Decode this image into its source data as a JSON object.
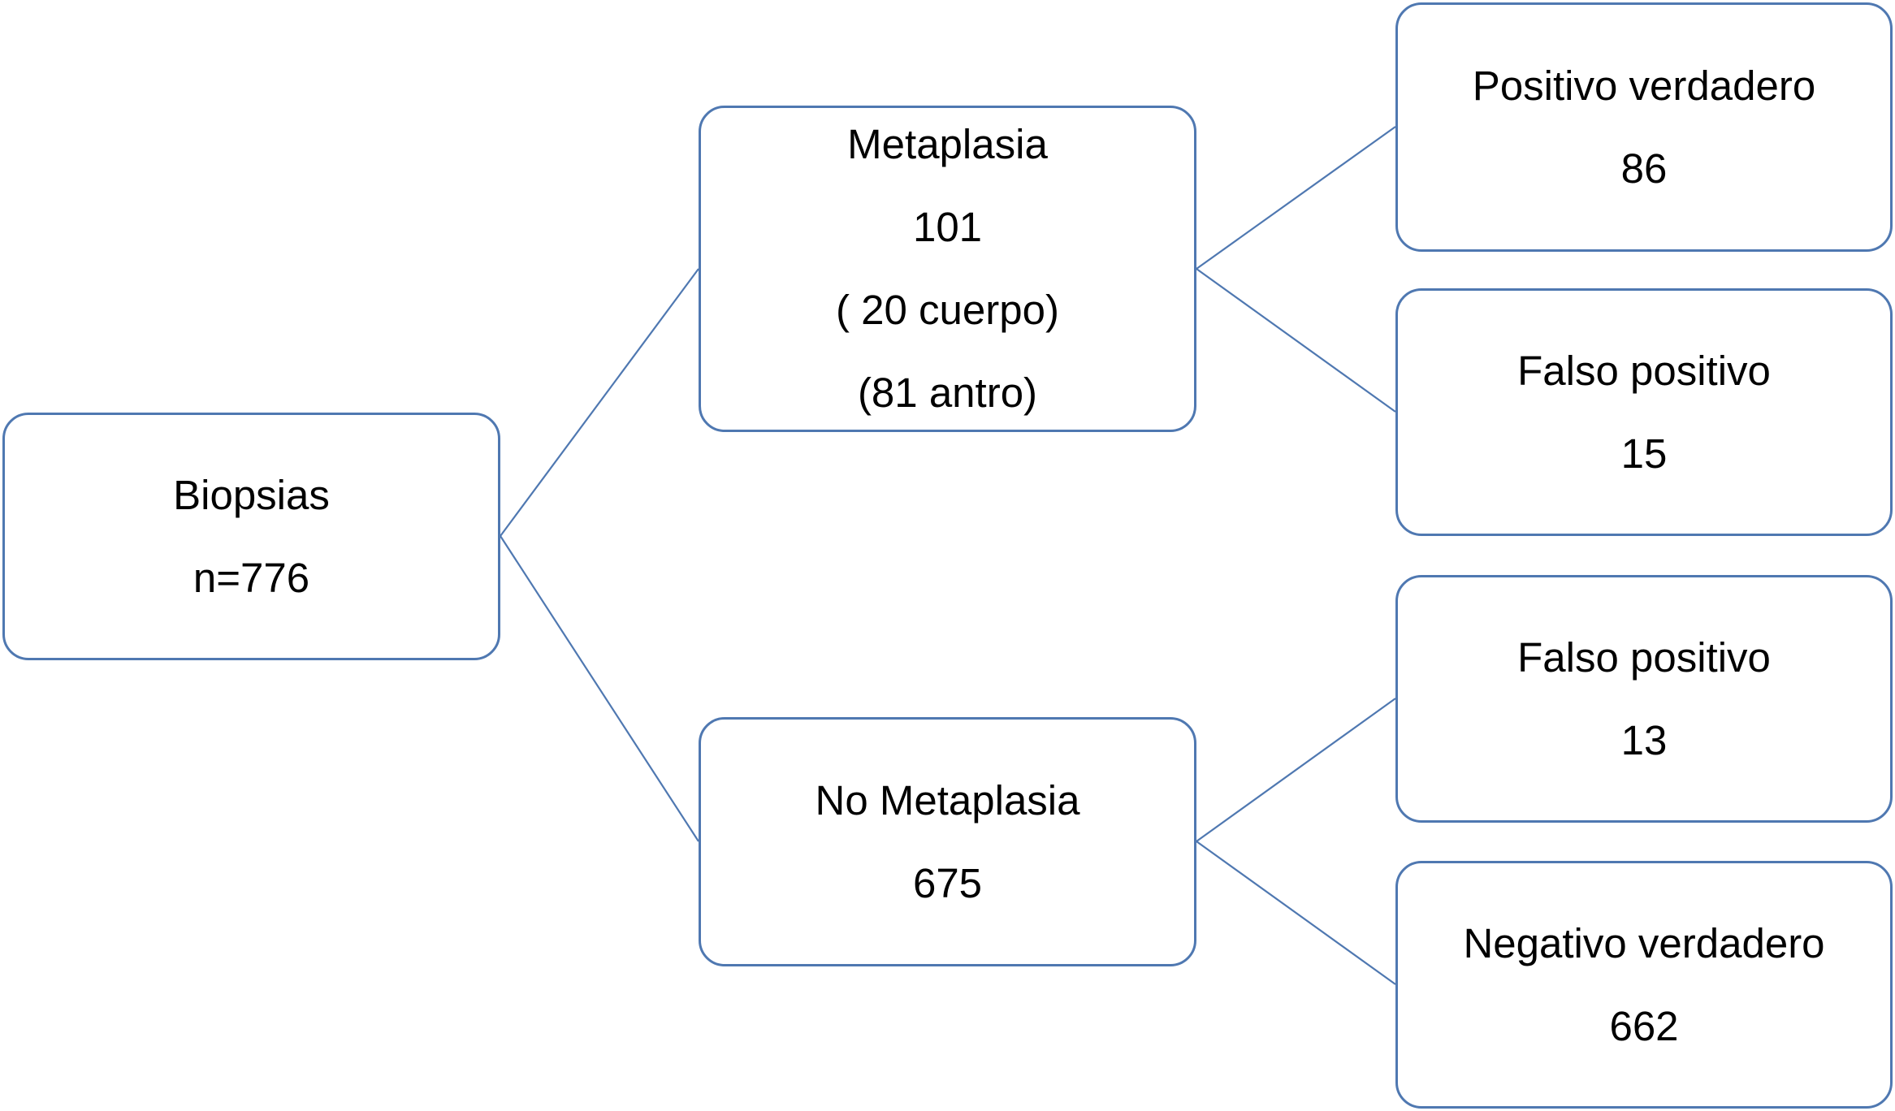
{
  "colors": {
    "border": "#4f78b1",
    "text": "#000000",
    "background": "#ffffff"
  },
  "nodes": {
    "biopsias": {
      "label": "Biopsias",
      "count": "n=776"
    },
    "metaplasia": {
      "label": "Metaplasia",
      "count": "101",
      "detail1": "( 20 cuerpo)",
      "detail2": "(81 antro)"
    },
    "no_metaplasia": {
      "label": "No Metaplasia",
      "count": "675"
    },
    "positivo_verdadero": {
      "label": "Positivo verdadero",
      "count": "86"
    },
    "falso_positivo_1": {
      "label": "Falso positivo",
      "count": "15"
    },
    "falso_positivo_2": {
      "label": "Falso positivo",
      "count": "13"
    },
    "negativo_verdadero": {
      "label": "Negativo verdadero",
      "count": "662"
    }
  }
}
